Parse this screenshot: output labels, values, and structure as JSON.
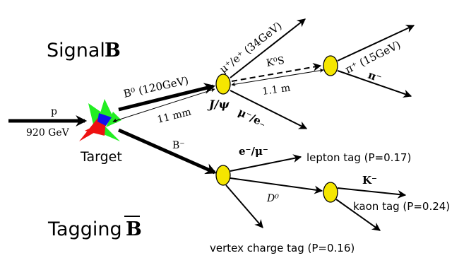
{
  "titles": {
    "signal_prefix": "Signal",
    "signal_particle": "B",
    "tagging_prefix": "Tagging",
    "tagging_particle": "B"
  },
  "beam": {
    "particle": "p",
    "energy": "920 GeV",
    "target": "Target"
  },
  "signal_branch": {
    "b0_label": "B⁰ (120GeV)",
    "flight_length": "11 mm",
    "jpsi": "J/ψ",
    "mu_plus": "μ⁺/e⁺ (34GeV)",
    "mu_minus": "μ⁻/e₋",
    "ks": "K⁰S",
    "ks_flight": "1.1 m",
    "pi_plus": "π⁺ (15GeV)",
    "pi_minus": "π⁻"
  },
  "tagging_branch": {
    "b_minus": "B⁻",
    "lepton": "e⁻/μ⁻",
    "lepton_tag": "lepton tag (P=0.17)",
    "d0": "D⁰",
    "kaon": "K⁻",
    "kaon_tag": "kaon tag (P=0.24)",
    "vertex_tag": "vertex charge tag (P=0.16)"
  },
  "colors": {
    "vertex_fill": "#f5e600",
    "star_red": "#ee1111",
    "star_green": "#22ee22",
    "star_blue": "#1111ee",
    "line": "#000000"
  }
}
